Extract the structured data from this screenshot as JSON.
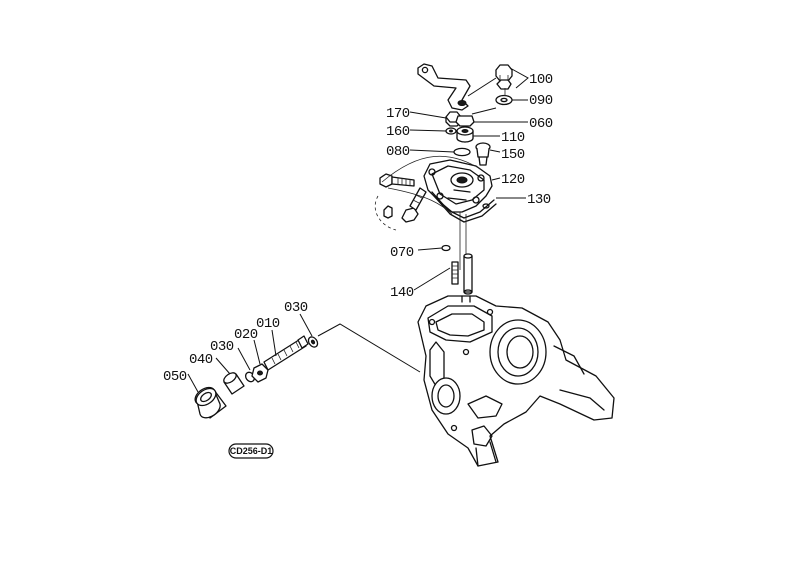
{
  "diagram_code": "CD256-D1",
  "callouts": {
    "c100": "100",
    "c090": "090",
    "c170": "170",
    "c060": "060",
    "c160": "160",
    "c110": "110",
    "c080": "080",
    "c150": "150",
    "c120": "120",
    "c130": "130",
    "c070": "070",
    "c140": "140",
    "c030a": "030",
    "c010": "010",
    "c020": "020",
    "c030b": "030",
    "c040": "040",
    "c050": "050"
  }
}
